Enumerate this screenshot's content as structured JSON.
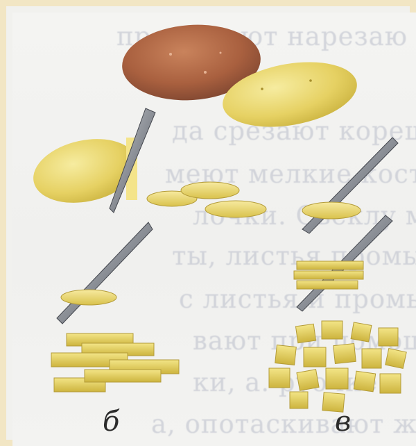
{
  "captions": {
    "left": "б",
    "right": "в"
  },
  "ghost_text": [
    "промывают нарезаю",
    "да срезают корешки и",
    "меют мелкие косточк",
    "лочки. Свёклу моют,",
    "ты, листья промыва",
    "с листья и промывают",
    "вают при помощи",
    "ки, а. руочке",
    "а, опотаскивают жилы"
  ],
  "colors": {
    "potato_skin": "#b06a48",
    "potato_flesh": "#ecd96a",
    "slice": "#f0dc6e",
    "knife": "#8e9298",
    "background": "#f1f1ee",
    "border": "#f2e6c4"
  }
}
